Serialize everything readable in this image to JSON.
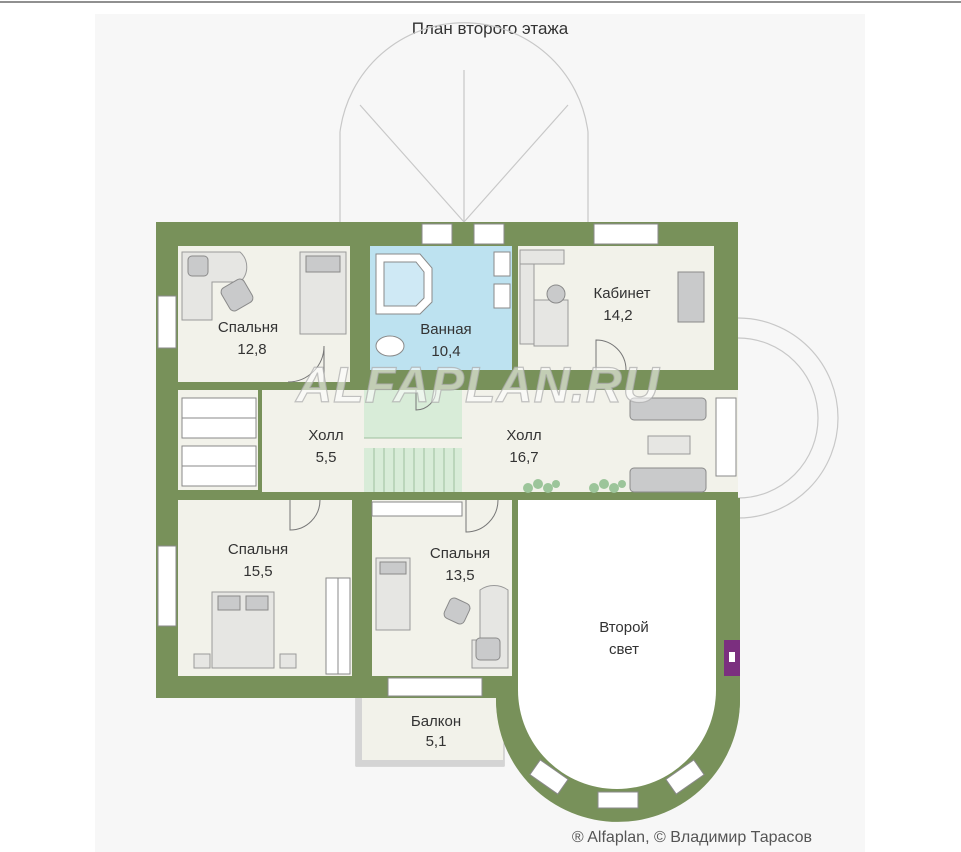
{
  "title": "План второго этажа",
  "watermark": "ALFAPLAN.RU",
  "copyright": "® Alfaplan, © Владимир Тарасов",
  "colors": {
    "wall": "#78915a",
    "floor": "#f2f2ea",
    "bath_floor": "#bde2f0",
    "stairs": "#d8ecd8",
    "accent_purple": "#7b2f7f"
  },
  "rooms": [
    {
      "id": "bedroom1",
      "name": "Спальня",
      "area": "12,8"
    },
    {
      "id": "bathroom",
      "name": "Ванная",
      "area": "10,4"
    },
    {
      "id": "office",
      "name": "Кабинет",
      "area": "14,2"
    },
    {
      "id": "hall_small",
      "name": "Холл",
      "area": "5,5"
    },
    {
      "id": "hall_big",
      "name": "Холл",
      "area": "16,7"
    },
    {
      "id": "bedroom2",
      "name": "Спальня",
      "area": "15,5"
    },
    {
      "id": "bedroom3",
      "name": "Спальня",
      "area": "13,5"
    },
    {
      "id": "second_light",
      "name": "Второй",
      "area": "свет"
    },
    {
      "id": "balcony",
      "name": "Балкон",
      "area": "5,1"
    }
  ]
}
